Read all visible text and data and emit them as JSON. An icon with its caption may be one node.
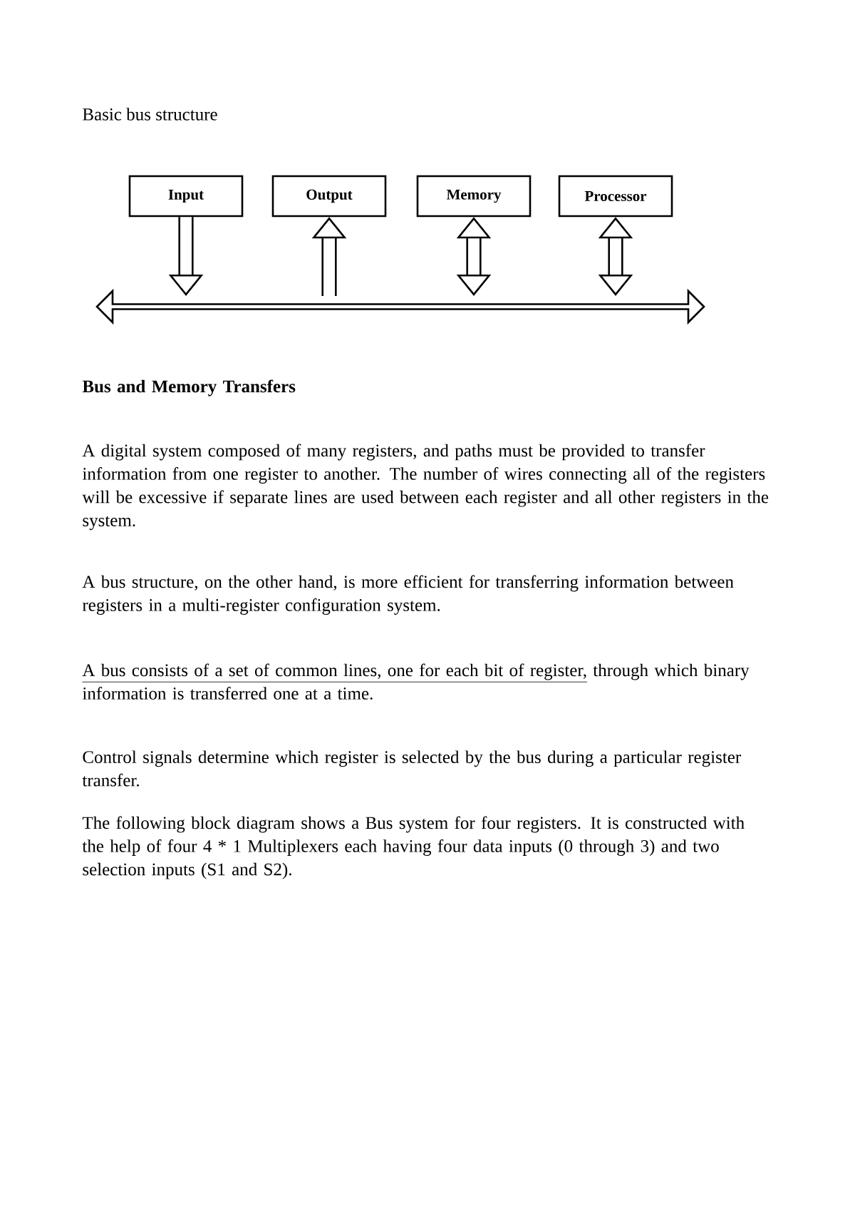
{
  "diagram": {
    "title": "Basic bus structure",
    "nodes": [
      {
        "text": [
          "Input"
        ]
      },
      {
        "text": [
          "Output"
        ]
      },
      {
        "text": [
          "Memory"
        ]
      },
      {
        "text": [
          "Processor"
        ]
      },
      {
        "text": [],
        "shape": "bar"
      }
    ],
    "edges": [
      {
        "from": 0,
        "to": 4,
        "arrow": "to"
      },
      {
        "from": 4,
        "to": 1,
        "arrow": "to"
      },
      {
        "from": 2,
        "to": 4,
        "arrow": "both"
      },
      {
        "from": 3,
        "to": 4,
        "arrow": "both"
      }
    ],
    "labels": [
      "Bus and Memory Transfers",
      "A digital system composed of many registers, and paths must be provided to transfer information from one register to another. The number of wires connecting all of the registers will be excessive if separate lines are used between each register and all other registers in the system.",
      "A bus structure, on the other hand, is more efficient for transferring information between registers in a multi-register configuration system.",
      "A bus consists of a set of common lines, one for each bit of register,",
      "through which binary information is transferred one at a time.",
      "Control signals determine which register is selected by the bus during a particular register transfer.",
      "The following block diagram shows a Bus system for four registers. It is constructed with the help of four 4 * 1 Multiplexers each having four data inputs (0 through 3) and two selection inputs (S1 and S2)."
    ]
  }
}
